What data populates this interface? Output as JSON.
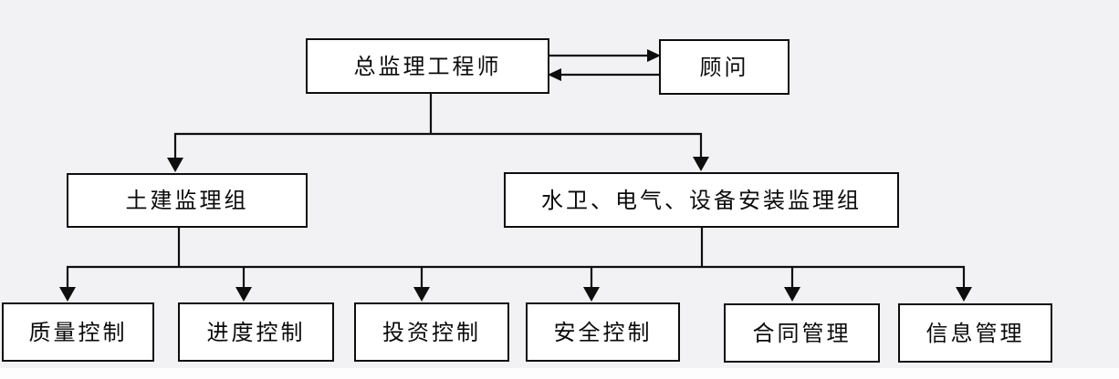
{
  "diagram": {
    "type": "org-chart-flowchart",
    "background_color": "#f2f2f4",
    "box_fill": "#ffffff",
    "box_border_color": "#0e0e0e",
    "line_color": "#0e0e0e",
    "text_color": "#0a0a0a",
    "nodes": {
      "chief": {
        "label": "总监理工程师"
      },
      "consultant": {
        "label": "顾问"
      },
      "civil_group": {
        "label": "土建监理组"
      },
      "mep_group": {
        "label": "水卫、电气、设备安装监理组"
      },
      "quality": {
        "label": "质量控制"
      },
      "progress": {
        "label": "进度控制"
      },
      "investment": {
        "label": "投资控制"
      },
      "safety": {
        "label": "安全控制"
      },
      "contract": {
        "label": "合同管理"
      },
      "info": {
        "label": "信息管理"
      }
    },
    "edges": [
      {
        "from": "chief",
        "to": "consultant",
        "style": "arrow-right"
      },
      {
        "from": "consultant",
        "to": "chief",
        "style": "arrow-left"
      },
      {
        "from": "chief",
        "to": "civil_group",
        "style": "arrow-down"
      },
      {
        "from": "chief",
        "to": "mep_group",
        "style": "arrow-down"
      },
      {
        "from": "civil_group",
        "to": "quality",
        "style": "arrow-down"
      },
      {
        "from": "civil_group",
        "to": "progress",
        "style": "arrow-down"
      },
      {
        "from": "civil_group",
        "to": "investment",
        "style": "arrow-down"
      },
      {
        "from": "mep_group",
        "to": "safety",
        "style": "arrow-down"
      },
      {
        "from": "mep_group",
        "to": "contract",
        "style": "arrow-down"
      },
      {
        "from": "mep_group",
        "to": "info",
        "style": "arrow-down"
      }
    ]
  }
}
